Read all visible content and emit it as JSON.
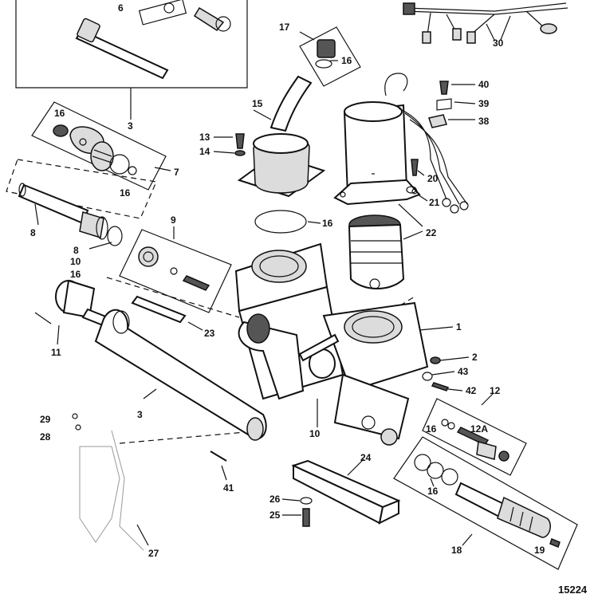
{
  "figure_number": "15224",
  "callouts": [
    {
      "id": "c6",
      "text": "6"
    },
    {
      "id": "c3a",
      "text": "3"
    },
    {
      "id": "c16a",
      "text": "16"
    },
    {
      "id": "c16b",
      "text": "16"
    },
    {
      "id": "c7",
      "text": "7"
    },
    {
      "id": "c8a",
      "text": "8"
    },
    {
      "id": "c8b",
      "text": "8"
    },
    {
      "id": "c10a",
      "text": "10"
    },
    {
      "id": "c16c",
      "text": "16"
    },
    {
      "id": "c9",
      "text": "9"
    },
    {
      "id": "c11",
      "text": "11"
    },
    {
      "id": "c23",
      "text": "23"
    },
    {
      "id": "c3b",
      "text": "3"
    },
    {
      "id": "c29",
      "text": "29"
    },
    {
      "id": "c28",
      "text": "28"
    },
    {
      "id": "c41",
      "text": "41"
    },
    {
      "id": "c27",
      "text": "27"
    },
    {
      "id": "c17",
      "text": "17"
    },
    {
      "id": "c16d",
      "text": "16"
    },
    {
      "id": "c15",
      "text": "15"
    },
    {
      "id": "c13",
      "text": "13"
    },
    {
      "id": "c14",
      "text": "14"
    },
    {
      "id": "c16e",
      "text": "16"
    },
    {
      "id": "c30",
      "text": "30"
    },
    {
      "id": "c40",
      "text": "40"
    },
    {
      "id": "c39",
      "text": "39"
    },
    {
      "id": "c38",
      "text": "38"
    },
    {
      "id": "c20",
      "text": "20"
    },
    {
      "id": "c21",
      "text": "21"
    },
    {
      "id": "c22",
      "text": "22"
    },
    {
      "id": "c1",
      "text": "1"
    },
    {
      "id": "c2",
      "text": "2"
    },
    {
      "id": "c43",
      "text": "43"
    },
    {
      "id": "c42",
      "text": "42"
    },
    {
      "id": "c12",
      "text": "12"
    },
    {
      "id": "c12a",
      "text": "12A"
    },
    {
      "id": "c16f",
      "text": "16"
    },
    {
      "id": "c16g",
      "text": "16"
    },
    {
      "id": "c10b",
      "text": "10"
    },
    {
      "id": "c24",
      "text": "24"
    },
    {
      "id": "c26",
      "text": "26"
    },
    {
      "id": "c25",
      "text": "25"
    },
    {
      "id": "c18",
      "text": "18"
    },
    {
      "id": "c19",
      "text": "19"
    }
  ]
}
